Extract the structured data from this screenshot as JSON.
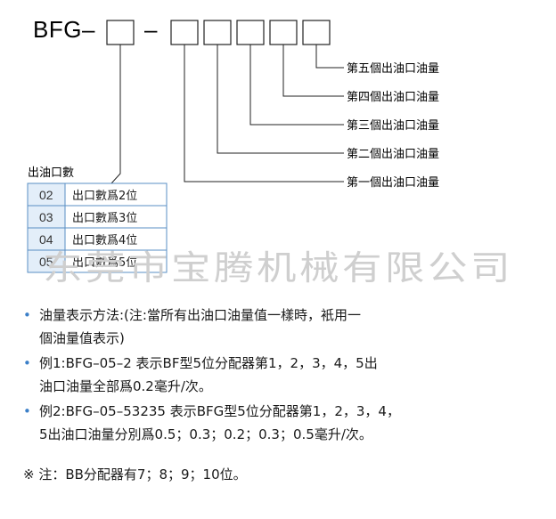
{
  "model": {
    "prefix": "BFG–",
    "dash": "–"
  },
  "callouts": [
    "第五個出油口油量",
    "第四個出油口油量",
    "第三個出油口油量",
    "第二個出油口油量",
    "第一個出油口油量"
  ],
  "outlet_table": {
    "header": "出油口數",
    "rows": [
      {
        "code": "02",
        "desc": "出口數爲2位"
      },
      {
        "code": "03",
        "desc": "出口數爲3位"
      },
      {
        "code": "04",
        "desc": "出口數爲4位"
      },
      {
        "code": "05",
        "desc": "出口數爲5位"
      }
    ]
  },
  "watermark": "东莞市宝腾机械有限公司",
  "notes": [
    {
      "line1": "油量表示方法:(注:當所有出油口油量值一樣時，衹用一",
      "line2": "個油量值表示)"
    },
    {
      "line1": "例1:BFG–05–2 表示BF型5位分配器第1，2，3，4，5出",
      "line2": "油口油量全部爲0.2毫升/次。"
    },
    {
      "line1": "例2:BFG–05–53235 表示BFG型5位分配器第1，2，3，4，",
      "line2": "5出油口油量分別爲0.5；0.3；0.2；0.3；0.5毫升/次。"
    }
  ],
  "remark": "※ 注：BB分配器有7；8；9；10位。",
  "colors": {
    "table_border": "#5a8fc4",
    "table_fill": "#e3eef9",
    "bullet": "#3b7fc8",
    "line": "#222222"
  }
}
